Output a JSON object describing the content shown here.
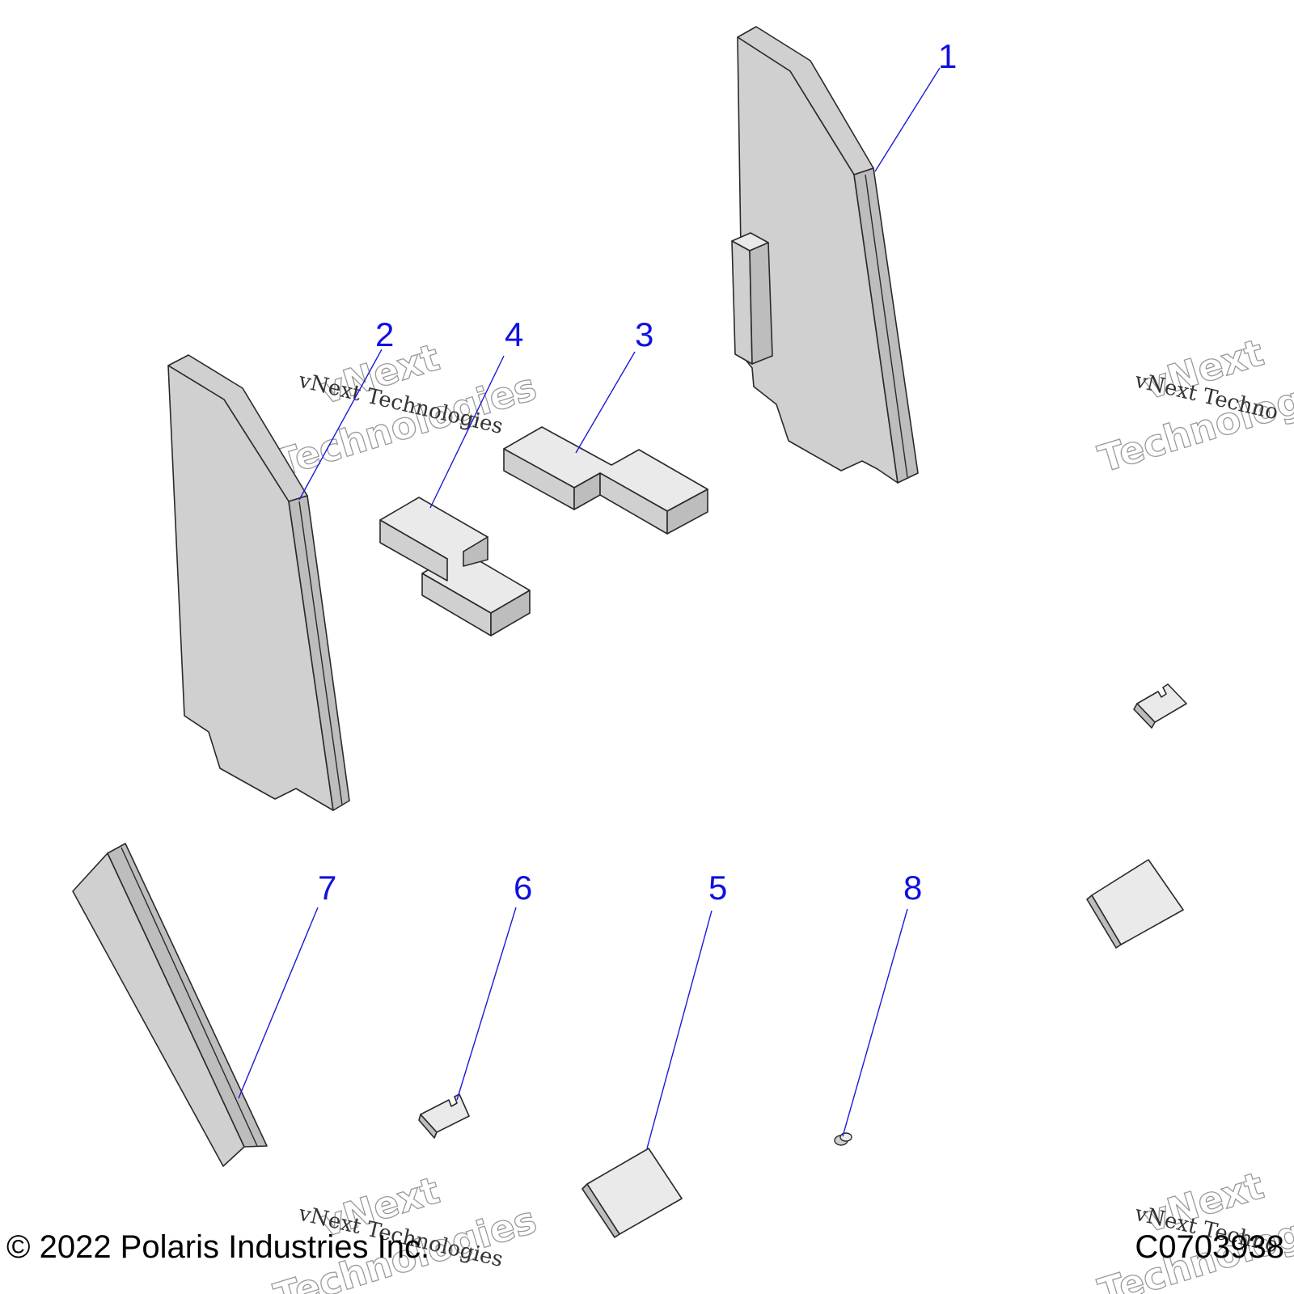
{
  "callouts": {
    "c1": "1",
    "c2": "2",
    "c3": "3",
    "c4": "4",
    "c5": "5",
    "c6": "6",
    "c7": "7",
    "c8": "8"
  },
  "watermark": {
    "big_line1": "vNext",
    "big_line2": "Technologies",
    "small": "vNext Technologies",
    "small_cut": "vNext Techno"
  },
  "footer": {
    "copyright": "© 2022 Polaris Industries  Inc.",
    "code": "C0703938"
  },
  "colors": {
    "callout": "#1010e0",
    "part_fill": "#d0d0d0",
    "outline": "#2a2a2a"
  }
}
